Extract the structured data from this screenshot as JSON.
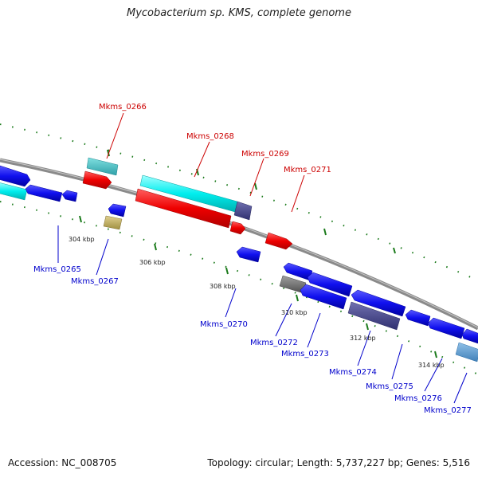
{
  "title": "Mycobacterium sp. KMS, complete genome",
  "footer": {
    "accession": "Accession: NC_008705",
    "topology": "Topology: circular; Length: 5,737,227 bp; Genes: 5,516"
  },
  "scale_labels": [
    "304 kbp",
    "306 kbp",
    "308 kbp",
    "310 kbp",
    "312 kbp",
    "314 kbp"
  ],
  "gene_labels_forward": [
    "Mkms_0266",
    "Mkms_0268",
    "Mkms_0269",
    "Mkms_0271"
  ],
  "gene_labels_reverse": [
    "Mkms_0265",
    "Mkms_0267",
    "Mkms_0270",
    "Mkms_0272",
    "Mkms_0273",
    "Mkms_0274",
    "Mkms_0275",
    "Mkms_0276",
    "Mkms_0277"
  ],
  "colors": {
    "forward_label": "#cc0000",
    "reverse_label": "#0000cc",
    "tick": "#1a7a1a",
    "backbone": "#888888"
  }
}
